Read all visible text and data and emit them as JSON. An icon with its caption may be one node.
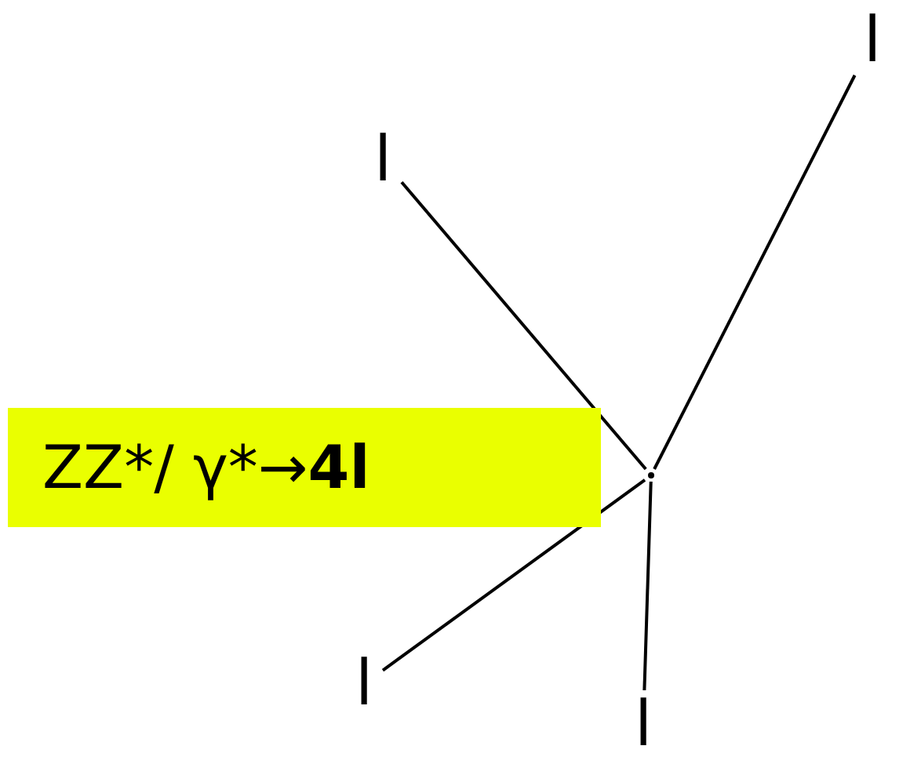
{
  "diagram": {
    "nodes": [
      {
        "text": [
          "ZZ*/ γ*→**4l**"
        ]
      },
      {
        "text": [],
        "shape": "dot"
      },
      {
        "text": [
          "l"
        ]
      },
      {
        "text": [
          "l"
        ]
      },
      {
        "text": [
          "l"
        ]
      },
      {
        "text": [
          "l"
        ]
      }
    ],
    "edges": [
      {
        "from": 1,
        "to": 2,
        "arrow": "none"
      },
      {
        "from": 1,
        "to": 3,
        "arrow": "none"
      },
      {
        "from": 1,
        "to": 4,
        "arrow": "none"
      },
      {
        "from": 1,
        "to": 5,
        "arrow": "none"
      }
    ]
  }
}
